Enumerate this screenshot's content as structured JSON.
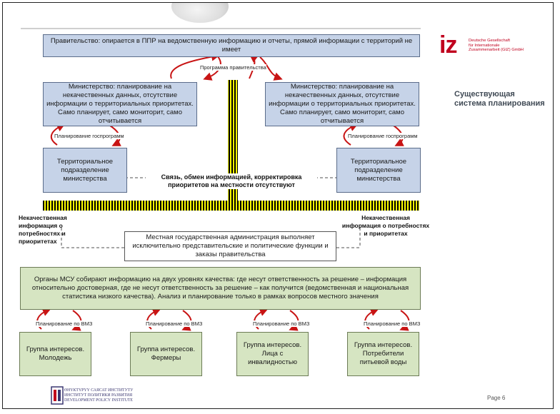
{
  "diagram": {
    "government": "Правительство: опирается в ППР на ведомственную информацию и отчеты, прямой информации с территорий не имеет",
    "government_program_label": "Программа правительства",
    "ministry_left": "Министерство: планирование на некачественных данных, отсутствие информации о территориальных приоритетах. Само планирует, само мониторит, само отчитывается",
    "ministry_right": "Министерство: планирование на некачественных данных, отсутствие информации о территориальных приоритетах. Само планирует, само мониторит, само отчитывается",
    "state_program_left": "Планирование госпрограмм",
    "state_program_right": "Планирование госпрограмм",
    "territorial_left": "Территориальное подразделение министерства",
    "territorial_right": "Территориальное подразделение министерства",
    "no_link_label": "Связь, обмен информацией, корректировка приоритетов на местности  отсутствуют",
    "poor_info_left": "Некачественная информация о потребностях и приоритетах",
    "poor_info_right": "Некачественная информация о потребностях и приоритетах",
    "local_admin": "Местная государственная администрация выполняет исключительно представительские и политические функции и заказы правительства",
    "msu": "Органы МСУ собирают информацию на двух уровнях качества: где несут ответственность за решение – информация относительно достоверная, где не несут ответственность за решение – как получится (ведомственная и национальная статистика низкого качества). Анализ и планирование только в рамках вопросов местного значения",
    "vmz_labels": [
      "Планирование по ВМЗ",
      "Планирование по ВМЗ",
      "Планирование по ВМЗ",
      "Планирование по ВМЗ"
    ],
    "groups": [
      "Группа интересов. Молодежь",
      "Группа интересов. Фермеры",
      "Группа интересов. Лица с инвалидностью",
      "Группа интересов. Потребители питьевой воды"
    ]
  },
  "side_title": "Существующая система планирования",
  "giz": {
    "mark": "iz",
    "line1": "Deutsche Gesellschaft",
    "line2": "für Internationale",
    "line3": "Zusammenarbeit (GIZ) GmbH"
  },
  "footer": {
    "line1": "ӨНҮКТҮРҮҮ САЯСАТ ИНСТИТУТУ",
    "line2": "ИНСТИТУТ ПОЛИТИКИ РАЗВИТИЯ",
    "line3": "DEVELOPMENT POLICY INSTITUTE",
    "page": "Page 6"
  },
  "colors": {
    "box_blue": "#c6d3e8",
    "box_green": "#d6e5c2",
    "arrow_red": "#c81414",
    "barrier_yellow": "#ffff00",
    "barrier_black": "#000000",
    "giz_red": "#c0001e"
  }
}
